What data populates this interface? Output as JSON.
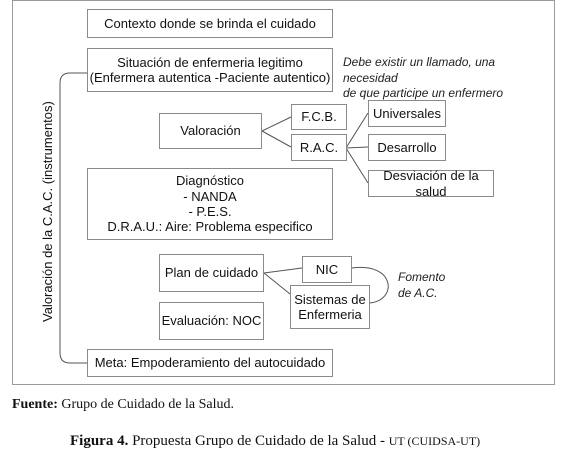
{
  "diagram": {
    "boxes": {
      "contexto": "Contexto donde se brinda el cuidado",
      "situacion_line1": "Situación de enfermeria legitimo",
      "situacion_line2": "(Enfermera autentica -Paciente autentico)",
      "valoracion": "Valoración",
      "fcb": "F.C.B.",
      "rac": "R.A.C.",
      "universales": "Universales",
      "desarrollo": "Desarrollo",
      "desviacion": "Desviación de la salud",
      "diagnostico_line1": "Diagnóstico",
      "diagnostico_line2": "- NANDA",
      "diagnostico_line3": "- P.E.S.",
      "diagnostico_line4": "D.R.A.U.: Aire: Problema especifico",
      "plan": "Plan de cuidado",
      "nic": "NIC",
      "sistemas_line1": "Sistemas de",
      "sistemas_line2": "Enfermeria",
      "evaluacion": "Evaluación: NOC",
      "meta": "Meta: Empoderamiento del autocuidado"
    },
    "notes": {
      "debe_line1": "Debe existir un llamado, una necesidad",
      "debe_line2": "de que participe un enfermero",
      "fomento_line1": "Fomento",
      "fomento_line2": "de A.C."
    },
    "side_label": "Valoración de la C.A.C. (instrumentos)"
  },
  "caption": {
    "source_label": "Fuente:",
    "source_text": " Grupo de Cuidado de la Salud.",
    "figure_label": "Figura 4.",
    "figure_text": " Propuesta  Grupo de Cuidado de la Salud - ",
    "figure_tail": "UT (CUIDSA-UT)"
  }
}
